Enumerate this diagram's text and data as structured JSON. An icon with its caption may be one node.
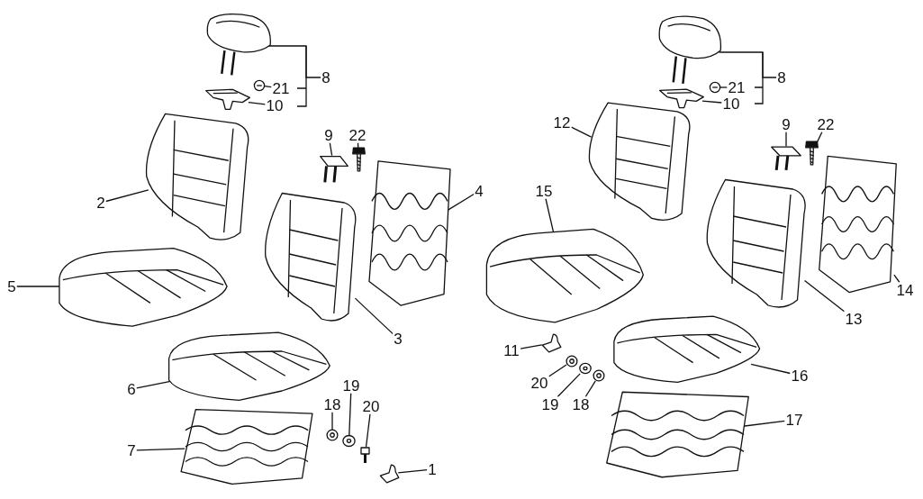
{
  "diagram": {
    "nodes": [
      {
        "text": [
          "8"
        ]
      },
      {
        "text": [
          "21"
        ]
      },
      {
        "text": [
          "10"
        ]
      },
      {
        "text": [
          "2"
        ]
      },
      {
        "text": [
          "9"
        ]
      },
      {
        "text": [
          "22"
        ]
      },
      {
        "text": [
          "4"
        ]
      },
      {
        "text": [
          "5"
        ]
      },
      {
        "text": [
          "3"
        ]
      },
      {
        "text": [
          "6"
        ]
      },
      {
        "text": [
          "19"
        ]
      },
      {
        "text": [
          "18"
        ]
      },
      {
        "text": [
          "20"
        ]
      },
      {
        "text": [
          "7"
        ]
      },
      {
        "text": [
          "1"
        ]
      },
      {
        "text": [
          "8"
        ]
      },
      {
        "text": [
          "21"
        ]
      },
      {
        "text": [
          "10"
        ]
      },
      {
        "text": [
          "12"
        ]
      },
      {
        "text": [
          "9"
        ]
      },
      {
        "text": [
          "22"
        ]
      },
      {
        "text": [
          "15"
        ]
      },
      {
        "text": [
          "14"
        ]
      },
      {
        "text": [
          "13"
        ]
      },
      {
        "text": [
          "11"
        ]
      },
      {
        "text": [
          "16"
        ]
      },
      {
        "text": [
          "20"
        ]
      },
      {
        "text": [
          "19"
        ]
      },
      {
        "text": [
          "18"
        ]
      },
      {
        "text": [
          "17"
        ]
      },
      {
        "text": [],
        "shape": "picture"
      },
      {
        "text": [],
        "shape": "picture"
      },
      {
        "text": [],
        "shape": "picture"
      },
      {
        "text": [],
        "shape": "picture"
      },
      {
        "text": [],
        "shape": "picture"
      },
      {
        "text": [],
        "shape": "picture"
      },
      {
        "text": [],
        "shape": "picture"
      },
      {
        "text": [],
        "shape": "picture"
      },
      {
        "text": [],
        "shape": "picture"
      },
      {
        "text": [],
        "shape": "picture"
      },
      {
        "text": [],
        "shape": "picture"
      },
      {
        "text": [],
        "shape": "picture"
      },
      {
        "text": [],
        "shape": "picture"
      },
      {
        "text": [],
        "shape": "picture"
      },
      {
        "text": [],
        "shape": "picture"
      },
      {
        "text": [],
        "shape": "picture"
      },
      {
        "text": [],
        "shape": "picture"
      },
      {
        "text": [],
        "shape": "picture"
      },
      {
        "text": [],
        "shape": "picture"
      },
      {
        "text": [],
        "shape": "picture"
      },
      {
        "text": [],
        "shape": "picture"
      },
      {
        "text": [],
        "shape": "picture"
      },
      {
        "text": [],
        "shape": "picture"
      },
      {
        "text": [],
        "shape": "picture"
      },
      {
        "text": [],
        "shape": "picture"
      },
      {
        "text": [],
        "shape": "picture"
      },
      {
        "text": [],
        "shape": "picture"
      },
      {
        "text": [],
        "shape": "picture"
      },
      {
        "text": [],
        "shape": "picture"
      },
      {
        "text": [],
        "shape": "picture"
      }
    ],
    "edges": [
      {
        "from": 0,
        "to": 30,
        "arrow": "none"
      },
      {
        "from": 1,
        "to": 31,
        "arrow": "none"
      },
      {
        "from": 2,
        "to": 32,
        "arrow": "none"
      },
      {
        "from": 3,
        "to": 33,
        "arrow": "none"
      },
      {
        "from": 4,
        "to": 34,
        "arrow": "none"
      },
      {
        "from": 5,
        "to": 35,
        "arrow": "none"
      },
      {
        "from": 6,
        "to": 36,
        "arrow": "none"
      },
      {
        "from": 7,
        "to": 37,
        "arrow": "none"
      },
      {
        "from": 8,
        "to": 38,
        "arrow": "none"
      },
      {
        "from": 9,
        "to": 39,
        "arrow": "none"
      },
      {
        "from": 10,
        "to": 42,
        "arrow": "none"
      },
      {
        "from": 11,
        "to": 41,
        "arrow": "none"
      },
      {
        "from": 12,
        "to": 43,
        "arrow": "none"
      },
      {
        "from": 13,
        "to": 40,
        "arrow": "none"
      },
      {
        "from": 14,
        "to": 44,
        "arrow": "none"
      },
      {
        "from": 15,
        "to": 45,
        "arrow": "none"
      },
      {
        "from": 16,
        "to": 46,
        "arrow": "none"
      },
      {
        "from": 17,
        "to": 47,
        "arrow": "none"
      },
      {
        "from": 18,
        "to": 48,
        "arrow": "none"
      },
      {
        "from": 19,
        "to": 50,
        "arrow": "none"
      },
      {
        "from": 20,
        "to": 51,
        "arrow": "none"
      },
      {
        "from": 21,
        "to": 49,
        "arrow": "none"
      },
      {
        "from": 22,
        "to": 53,
        "arrow": "none"
      },
      {
        "from": 23,
        "to": 52,
        "arrow": "none"
      },
      {
        "from": 24,
        "to": 54,
        "arrow": "none"
      },
      {
        "from": 25,
        "to": 58,
        "arrow": "none"
      },
      {
        "from": 26,
        "to": 55,
        "arrow": "none"
      },
      {
        "from": 27,
        "to": 56,
        "arrow": "none"
      },
      {
        "from": 28,
        "to": 57,
        "arrow": "none"
      },
      {
        "from": 29,
        "to": 59,
        "arrow": "none"
      }
    ]
  }
}
